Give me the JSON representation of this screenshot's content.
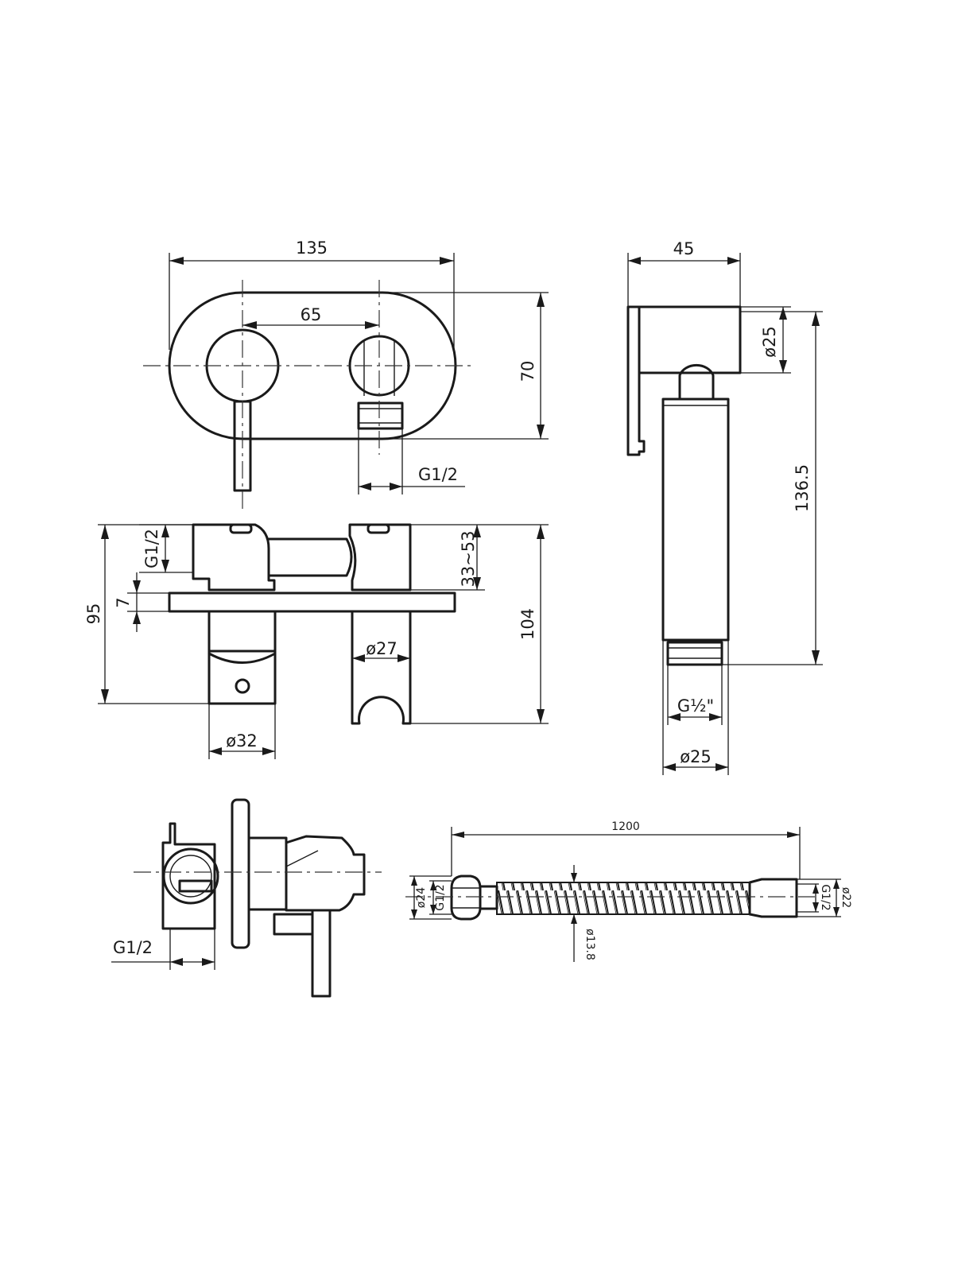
{
  "labels": {
    "front_width": "135",
    "front_spacing": "65",
    "front_height": "70",
    "front_outlet": "G1/2",
    "side_inlet": "G1/2",
    "side_adjust": "33~53",
    "side_plate": "7",
    "side_depth": "95",
    "side_total": "104",
    "side_holder_dia": "ø27",
    "side_body_dia": "ø32",
    "spray_width": "45",
    "spray_head_dia": "ø25",
    "spray_length": "136.5",
    "spray_thread": "G½\"",
    "spray_body_dia": "ø25",
    "bottom_inlet": "G1/2",
    "hose_length": "1200",
    "hose_left_thread": "G1/2",
    "hose_left_dia": "ø24",
    "hose_dia": "ø13.8",
    "hose_right_thread": "G1/2",
    "hose_right_dia": "ø22"
  }
}
